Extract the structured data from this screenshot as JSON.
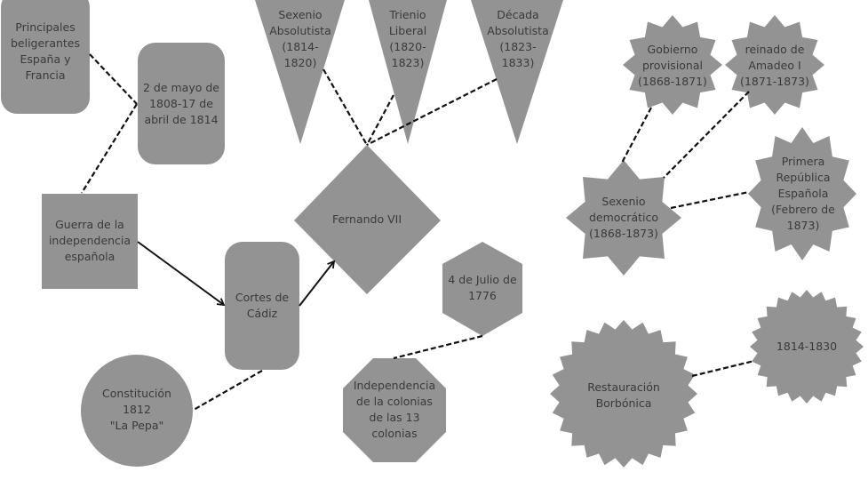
{
  "diagram": {
    "colors": {
      "node_fill": "#939393",
      "edge": "#111111",
      "text": "#3a3a3a",
      "background": "#ffffff"
    },
    "nodes": {
      "principales": {
        "label": "Principales\nbeligerantes\nEspaña y\nFrancia",
        "shape": "rounded-rectangle"
      },
      "dos_de_mayo": {
        "label": "2 de mayo de\n1808-17 de\nabril de 1814",
        "shape": "rounded-rectangle"
      },
      "guerra": {
        "label": "Guerra de la\nindependencia\nespañola",
        "shape": "rectangle"
      },
      "cortes": {
        "label": "Cortes de\nCádiz",
        "shape": "rounded-rectangle"
      },
      "constitucion": {
        "label": "Constitución\n1812\n\"La Pepa\"",
        "shape": "circle"
      },
      "fernando": {
        "label": "Fernando VII",
        "shape": "diamond"
      },
      "sexenio_abs": {
        "label": "Sexenio\nAbsolutista\n(1814-\n1820)",
        "shape": "inverted-triangle"
      },
      "trienio": {
        "label": "Trienio\nLiberal\n(1820-\n1823)",
        "shape": "inverted-triangle"
      },
      "decada": {
        "label": "Década\nAbsolutista\n(1823-\n1833)",
        "shape": "inverted-triangle"
      },
      "julio1776": {
        "label": "4 de Julio de\n1776",
        "shape": "hexagon"
      },
      "independencia_colonias": {
        "label": "Independencia\nde la colonias\nde las 13\ncolonias",
        "shape": "octagon"
      },
      "gobierno_prov": {
        "label": "Gobierno\nprovisional\n(1868-1871)",
        "shape": "star-12"
      },
      "amadeo": {
        "label": "reinado de\nAmadeo I\n(1871-1873)",
        "shape": "star-12"
      },
      "sexenio_dem": {
        "label": "Sexenio\ndemocrático\n(1868-1873)",
        "shape": "star-8"
      },
      "primera_rep": {
        "label": "Primera\nRepública\nEspañola\n(Febrero de\n1873)",
        "shape": "star-12"
      },
      "restauracion": {
        "label": "Restauración\nBorbónica",
        "shape": "seal-24"
      },
      "r1814_1830": {
        "label": "1814-1830",
        "shape": "seal-24"
      }
    },
    "edges": [
      {
        "from": "principales",
        "to": "dos_de_mayo",
        "style": "dashed"
      },
      {
        "from": "dos_de_mayo",
        "to": "guerra",
        "style": "dashed"
      },
      {
        "from": "guerra",
        "to": "cortes",
        "style": "arrow"
      },
      {
        "from": "cortes",
        "to": "fernando",
        "style": "arrow"
      },
      {
        "from": "cortes",
        "to": "constitucion",
        "style": "dashed"
      },
      {
        "from": "sexenio_abs",
        "to": "fernando",
        "style": "dashed"
      },
      {
        "from": "trienio",
        "to": "fernando",
        "style": "dashed"
      },
      {
        "from": "decada",
        "to": "fernando",
        "style": "dashed"
      },
      {
        "from": "julio1776",
        "to": "independencia_colonias",
        "style": "dashed"
      },
      {
        "from": "gobierno_prov",
        "to": "sexenio_dem",
        "style": "dashed"
      },
      {
        "from": "amadeo",
        "to": "sexenio_dem",
        "style": "dashed"
      },
      {
        "from": "sexenio_dem",
        "to": "primera_rep",
        "style": "dashed"
      },
      {
        "from": "restauracion",
        "to": "r1814_1830",
        "style": "dashed"
      }
    ]
  }
}
